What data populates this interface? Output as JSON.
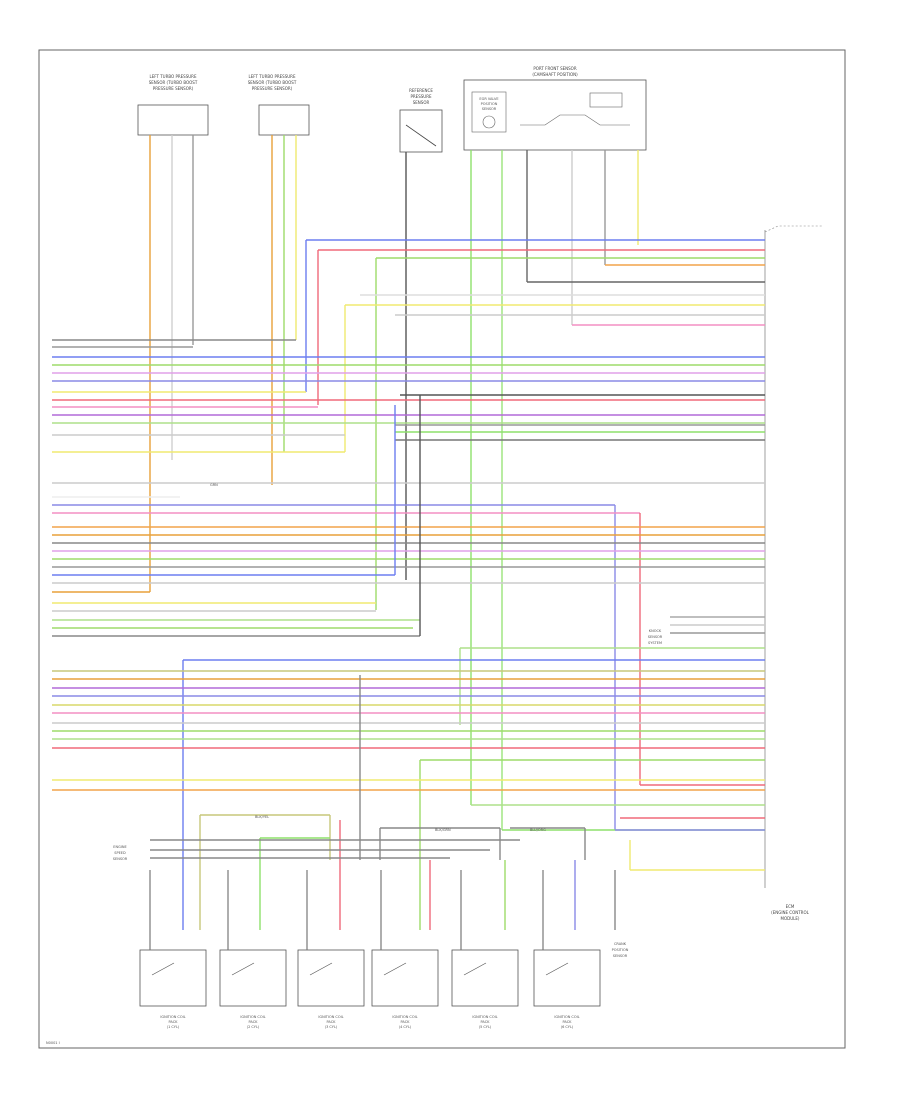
{
  "diagram": {
    "footer_code": "N0001 I",
    "ecm_caption": [
      "ECM",
      "(ENGINE CONTROL",
      "MODULE)"
    ],
    "top_components": [
      {
        "title": [
          "LEFT TURBO PRESSURE",
          "SENSOR (TURBO BOOST",
          "PRESSURE SENSOR)"
        ]
      },
      {
        "title": [
          "LEFT TURBO PRESSURE",
          "SENSOR (TURBO BOOST",
          "PRESSURE SENSOR)"
        ]
      },
      {
        "title": [
          "REFERENCE",
          "PRESSURE",
          "SENSOR"
        ]
      },
      {
        "title": [
          "PORT FRONT SENSOR",
          "(CAMSHAFT POSITION)"
        ]
      }
    ],
    "inner_components": [
      "EGR VALVE",
      "POSITION",
      "SENSOR"
    ],
    "bottom_components": [
      [
        "IGNITION COIL",
        "PACK",
        "(1 CYL)"
      ],
      [
        "IGNITION COIL",
        "PACK",
        "(2 CYL)"
      ],
      [
        "IGNITION COIL",
        "PACK",
        "(3 CYL)"
      ],
      [
        "IGNITION COIL",
        "PACK",
        "(4 CYL)"
      ],
      [
        "IGNITION COIL",
        "PACK",
        "(5 CYL)"
      ],
      [
        "IGNITION COIL",
        "PACK",
        "(6 CYL)"
      ]
    ],
    "side_labels": {
      "knock": [
        "KNOCK",
        "SENSOR",
        "SYSTEM"
      ],
      "eng": [
        "ENGINE",
        "SPEED",
        "SENSOR"
      ],
      "crank": [
        "CRANK",
        "POSITION",
        "SENSOR"
      ]
    },
    "inline_labels": {
      "grn": "GRN",
      "blk_org": "BLK/YEL",
      "blk_grn": "BLK/GRN",
      "blu_org": "BLU/ORG"
    }
  }
}
